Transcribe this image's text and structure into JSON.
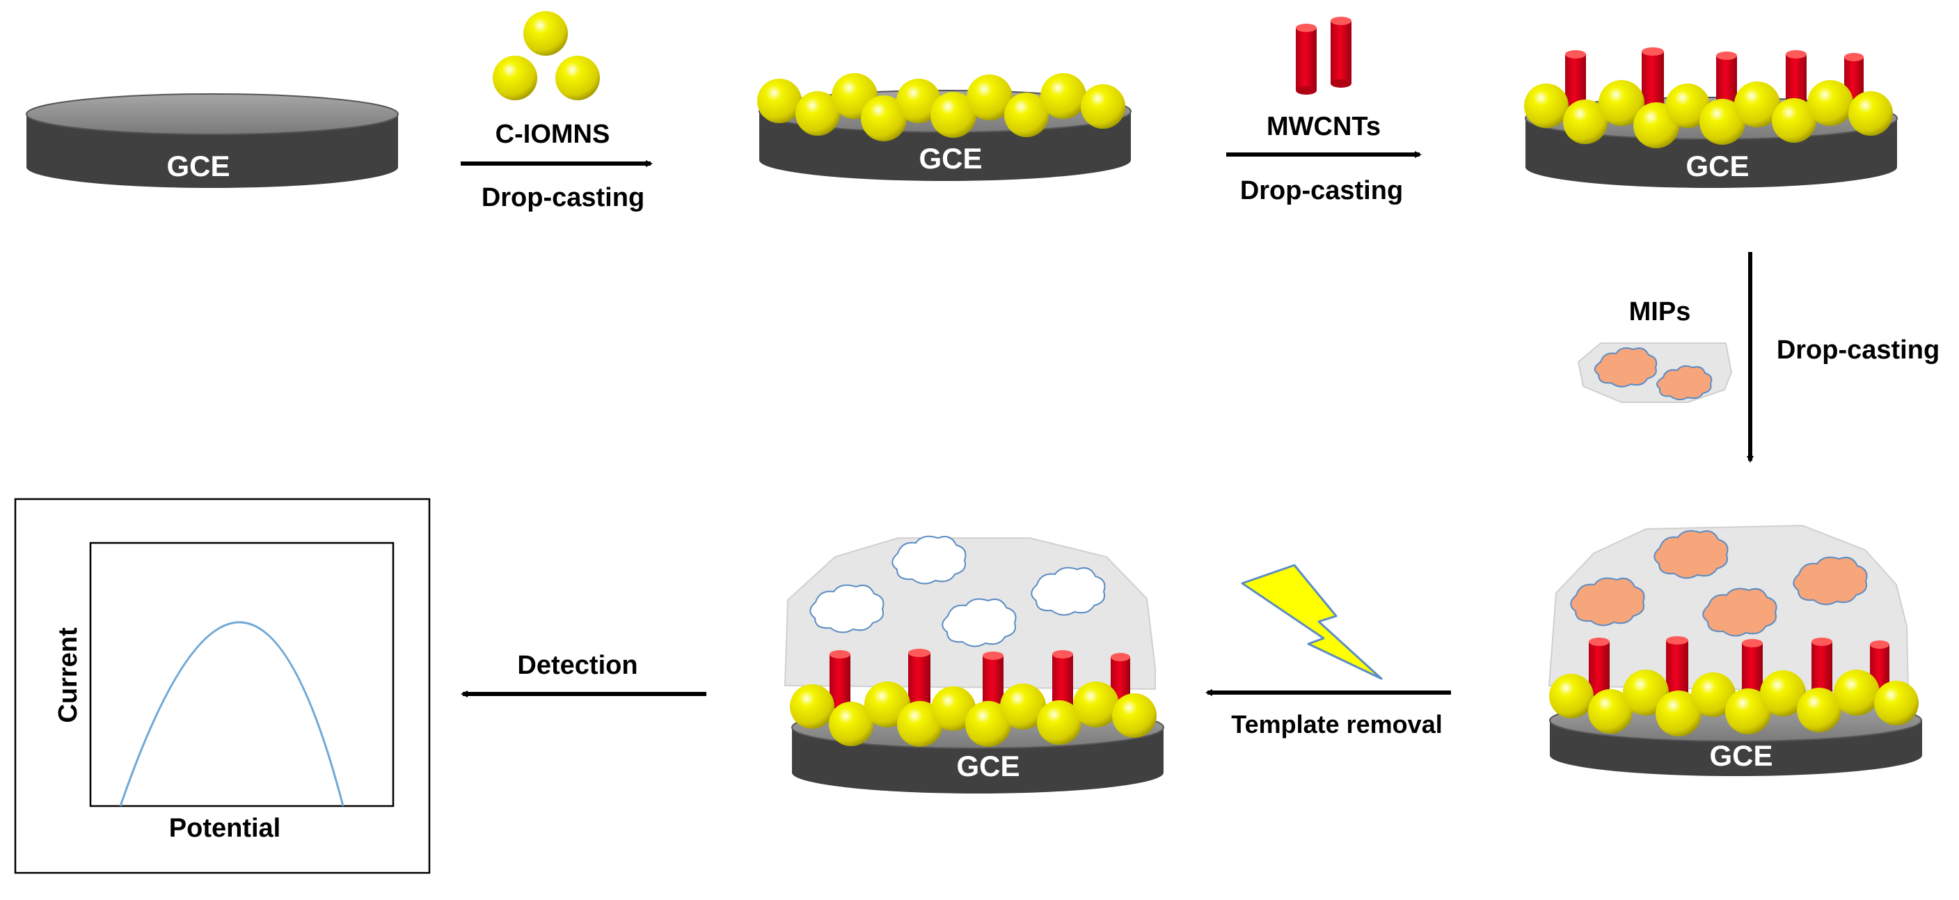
{
  "electrode_label": "GCE",
  "steps": {
    "step1": {
      "material": "C-IOMNS",
      "method": "Drop-casting"
    },
    "step2": {
      "material": "MWCNTs",
      "method": "Drop-casting"
    },
    "step3": {
      "material": "MIPs",
      "method": "Drop-casting"
    },
    "step4": {
      "method": "Template removal"
    },
    "step5": {
      "method": "Detection"
    }
  },
  "plot": {
    "xlabel": "Potential",
    "ylabel": "Current"
  },
  "colors": {
    "electrode_body": "#404040",
    "electrode_top": "#8c8c8c",
    "nanosphere": "#f2f200",
    "nanotube": "#e3001b",
    "mip_particle": "#f7a57a",
    "cavity": "#ffffff",
    "polymer_film": "#e6e6e6",
    "lightning": "#ffff00",
    "curve": "#6fa8d6"
  }
}
